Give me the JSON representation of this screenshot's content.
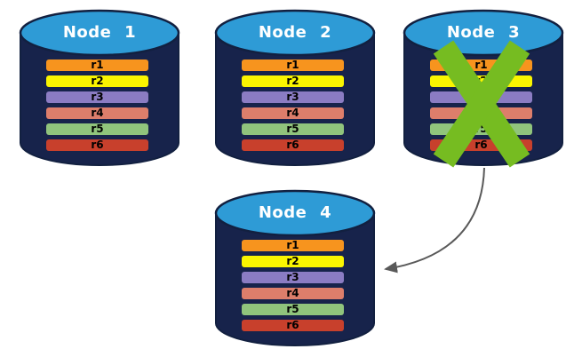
{
  "diagram": {
    "colors": {
      "cylinder-top": "#2E9BD6",
      "cylinder-body": "#17234B",
      "cylinder-outline": "#122040",
      "node-label-text": "#FFFFFF",
      "bar-text": "#000000",
      "fail-x": "#76BC21",
      "arrow": "#595959"
    },
    "rows": [
      {
        "label": "r1",
        "color": "#F7941E"
      },
      {
        "label": "r2",
        "color": "#FAF500"
      },
      {
        "label": "r3",
        "color": "#8B7CC3"
      },
      {
        "label": "r4",
        "color": "#DD7E6B"
      },
      {
        "label": "r5",
        "color": "#90C47C"
      },
      {
        "label": "r6",
        "color": "#C8402C"
      }
    ],
    "nodes": [
      {
        "label": "Node 1",
        "failed": false
      },
      {
        "label": "Node 2",
        "failed": false
      },
      {
        "label": "Node 3",
        "failed": true
      },
      {
        "label": "Node 4",
        "failed": false
      }
    ]
  }
}
